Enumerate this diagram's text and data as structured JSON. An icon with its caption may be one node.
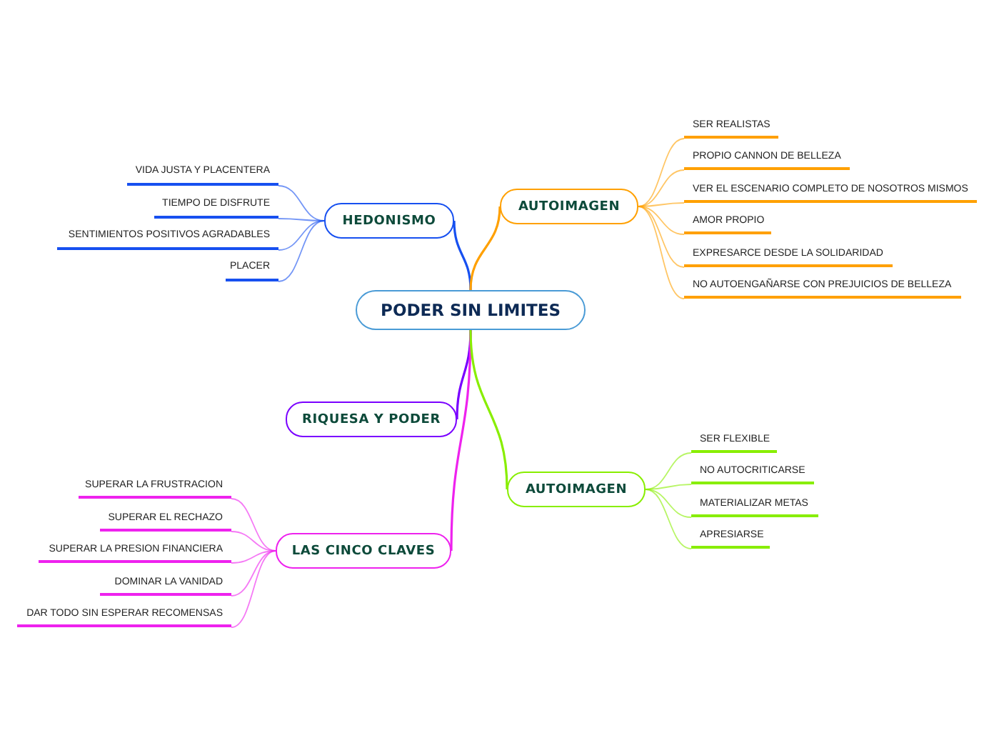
{
  "diagram": {
    "nodes": [
      {
        "text": [
          "PODER SIN LIMITES"
        ]
      },
      {
        "text": [
          "HEDONISMO"
        ]
      },
      {
        "text": [
          "VIDA JUSTA Y PLACENTERA"
        ]
      },
      {
        "text": [
          "TIEMPO DE DISFRUTE"
        ]
      },
      {
        "text": [
          "SENTIMIENTOS POSITIVOS AGRADABLES"
        ]
      },
      {
        "text": [
          "PLACER"
        ]
      },
      {
        "text": [
          "AUTOIMAGEN"
        ]
      },
      {
        "text": [
          "SER REALISTAS"
        ]
      },
      {
        "text": [
          "PROPIO CANNON DE BELLEZA"
        ]
      },
      {
        "text": [
          "VER EL ESCENARIO COMPLETO DE NOSOTROS MISMOS"
        ]
      },
      {
        "text": [
          "AMOR PROPIO"
        ]
      },
      {
        "text": [
          "EXPRESARCE DESDE LA SOLIDARIDAD"
        ]
      },
      {
        "text": [
          "NO AUTOENGAÑARSE CON PREJUICIOS DE BELLEZA"
        ]
      },
      {
        "text": [
          "RIQUESA Y PODER"
        ]
      },
      {
        "text": [
          "LAS CINCO CLAVES"
        ]
      },
      {
        "text": [
          "SUPERAR LA FRUSTRACION"
        ]
      },
      {
        "text": [
          "SUPERAR EL RECHAZO"
        ]
      },
      {
        "text": [
          "SUPERAR LA PRESION FINANCIERA"
        ]
      },
      {
        "text": [
          "DOMINAR LA VANIDAD"
        ]
      },
      {
        "text": [
          "DAR TODO SIN ESPERAR RECOMENSAS"
        ]
      },
      {
        "text": [
          "AUTOIMAGEN"
        ]
      },
      {
        "text": [
          "SER FLEXIBLE"
        ]
      },
      {
        "text": [
          "NO AUTOCRITICARSE"
        ]
      },
      {
        "text": [
          "MATERIALIZAR METAS"
        ]
      },
      {
        "text": [
          "APRESIARSE"
        ]
      }
    ],
    "edges": [
      {
        "from": 0,
        "to": 1,
        "arrow": "none",
        "color": "#1750f0"
      },
      {
        "from": 1,
        "to": 2,
        "arrow": "none",
        "color": "#1750f0"
      },
      {
        "from": 1,
        "to": 3,
        "arrow": "none",
        "color": "#1750f0"
      },
      {
        "from": 1,
        "to": 4,
        "arrow": "none",
        "color": "#1750f0"
      },
      {
        "from": 1,
        "to": 5,
        "arrow": "none",
        "color": "#1750f0"
      },
      {
        "from": 0,
        "to": 6,
        "arrow": "none",
        "color": "#ffa000"
      },
      {
        "from": 6,
        "to": 7,
        "arrow": "none",
        "color": "#ffa000"
      },
      {
        "from": 6,
        "to": 8,
        "arrow": "none",
        "color": "#ffa000"
      },
      {
        "from": 6,
        "to": 9,
        "arrow": "none",
        "color": "#ffa000"
      },
      {
        "from": 6,
        "to": 10,
        "arrow": "none",
        "color": "#ffa000"
      },
      {
        "from": 6,
        "to": 11,
        "arrow": "none",
        "color": "#ffa000"
      },
      {
        "from": 6,
        "to": 12,
        "arrow": "none",
        "color": "#ffa000"
      },
      {
        "from": 0,
        "to": 13,
        "arrow": "none",
        "color": "#7a00ff"
      },
      {
        "from": 0,
        "to": 14,
        "arrow": "none",
        "color": "#ee22ee"
      },
      {
        "from": 14,
        "to": 15,
        "arrow": "none",
        "color": "#ee22ee"
      },
      {
        "from": 14,
        "to": 16,
        "arrow": "none",
        "color": "#ee22ee"
      },
      {
        "from": 14,
        "to": 17,
        "arrow": "none",
        "color": "#ee22ee"
      },
      {
        "from": 14,
        "to": 18,
        "arrow": "none",
        "color": "#ee22ee"
      },
      {
        "from": 14,
        "to": 19,
        "arrow": "none",
        "color": "#ee22ee"
      },
      {
        "from": 0,
        "to": 20,
        "arrow": "none",
        "color": "#88ee00"
      },
      {
        "from": 20,
        "to": 21,
        "arrow": "none",
        "color": "#88ee00"
      },
      {
        "from": 20,
        "to": 22,
        "arrow": "none",
        "color": "#88ee00"
      },
      {
        "from": 20,
        "to": 23,
        "arrow": "none",
        "color": "#88ee00"
      },
      {
        "from": 20,
        "to": 24,
        "arrow": "none",
        "color": "#88ee00"
      }
    ]
  }
}
